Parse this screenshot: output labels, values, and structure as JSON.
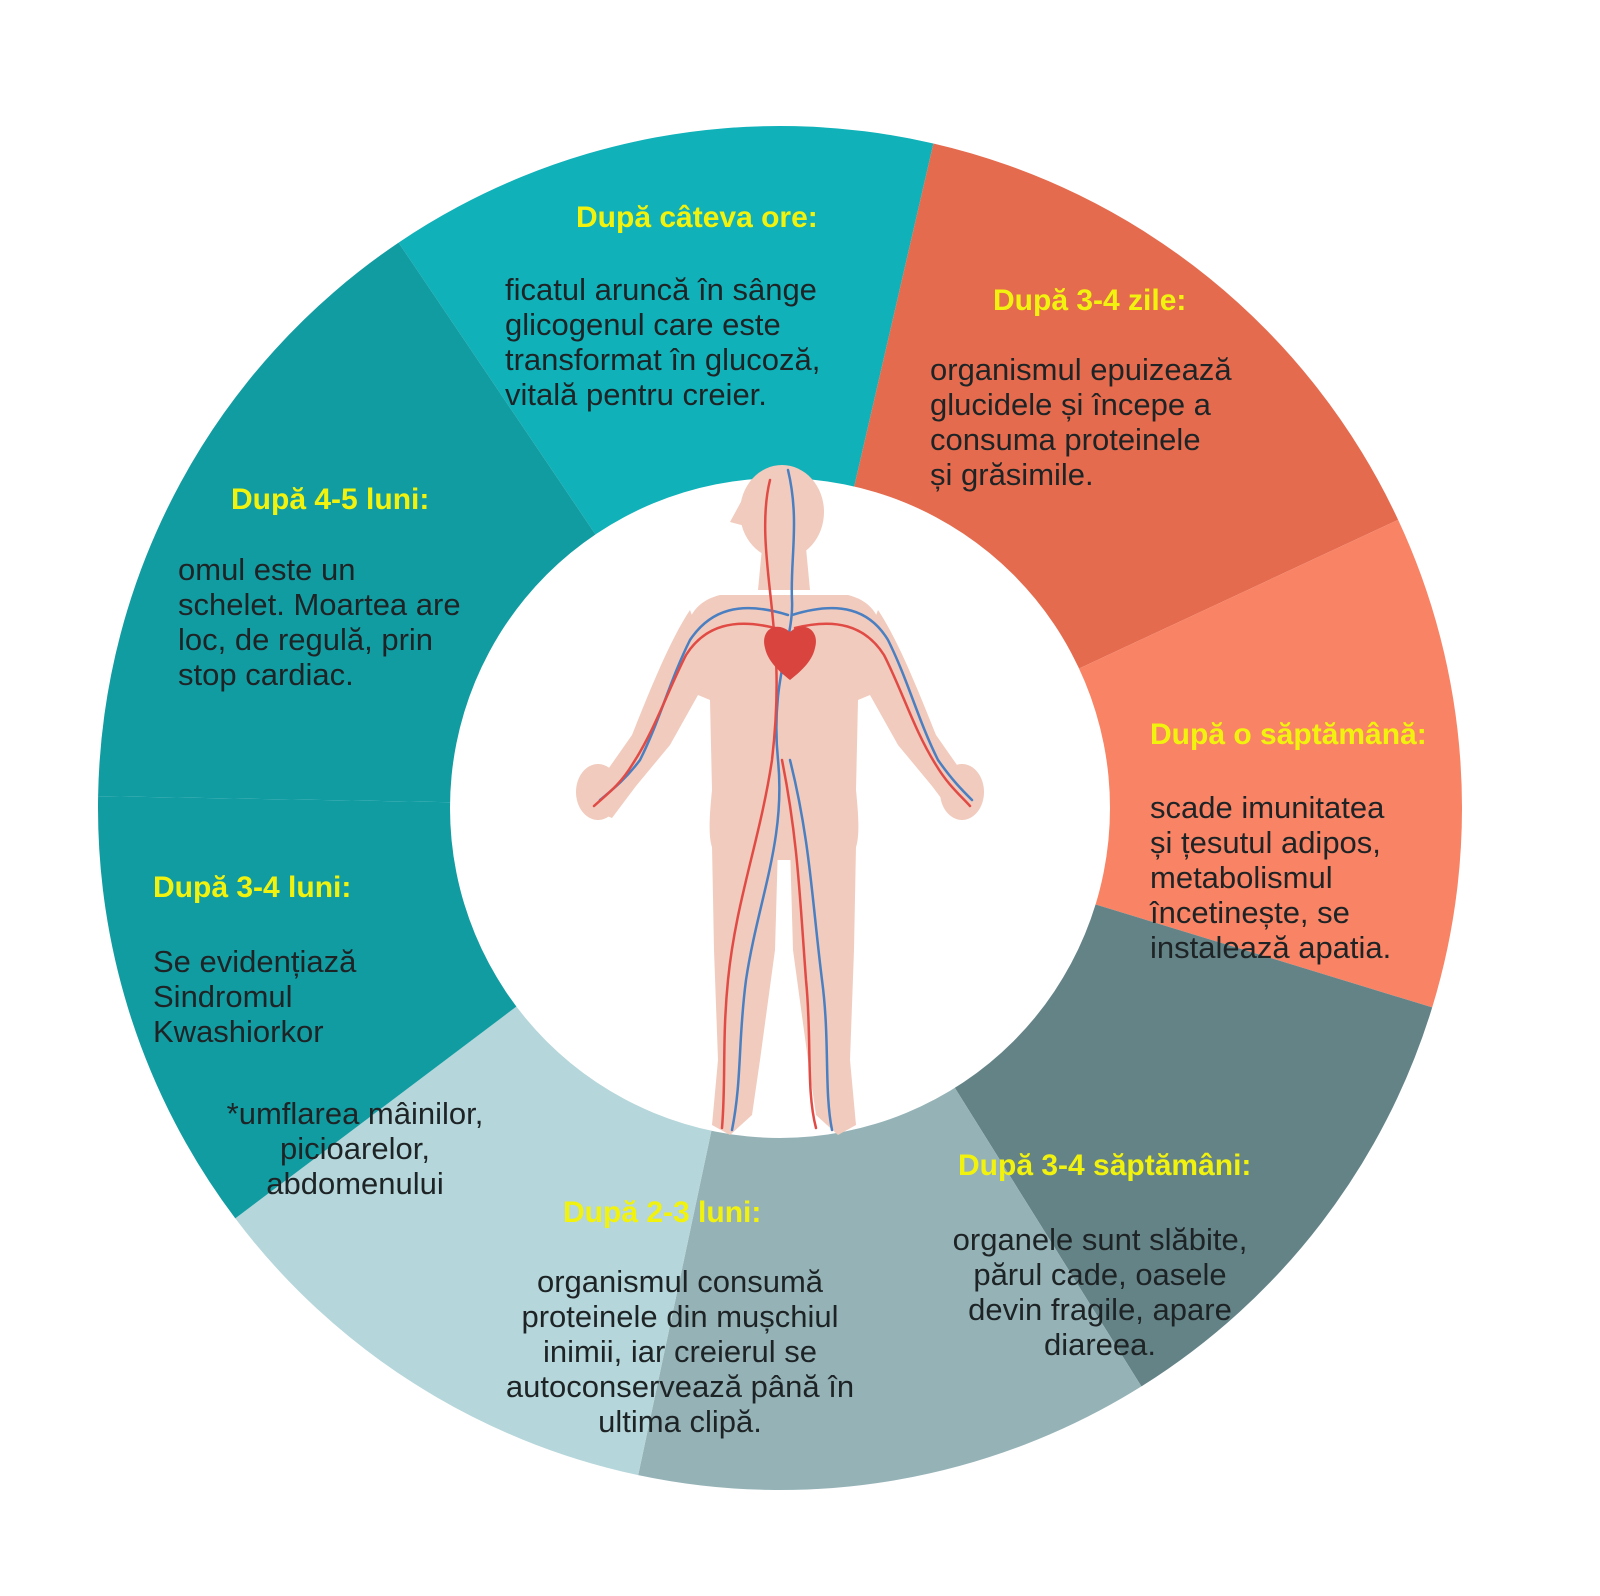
{
  "segments": [
    {
      "key": "hours",
      "heading": "După câteva ore:",
      "text": " ficatul aruncă în sânge\nglicogenul care este\ntransformat în glucoză,\nvitală pentru creier.",
      "color": "#10b1b9"
    },
    {
      "key": "days",
      "heading": "După 3-4 zile:",
      "text": "organismul  epuizează\nglucidele și începe a\nconsuma proteinele\nși grăsimile.",
      "color": "#e56b4e"
    },
    {
      "key": "week",
      "heading": "După o săptămână:",
      "text": "scade imunitatea\nși țesutul adipos,\nmetabolismul\nîncetinește, se\ninstalează apatia.",
      "color": "#f98365"
    },
    {
      "key": "weeks",
      "heading": "După 3-4 săptămâni:",
      "text": "organele sunt slăbite,\npărul cade, oasele\ndevin fragile, apare\ndiareea.",
      "color": "#648387"
    },
    {
      "key": "months23",
      "heading": "După 2-3 luni:",
      "text": "organismul consumă\nproteinele din mușchiul\ninimii, iar creierul se\nautoconservează până în\nultima clipă.",
      "color": "#95b3b7"
    },
    {
      "key": "months34",
      "heading": "După 3-4 luni:",
      "text": "Se evidențiază\nSindromul\nKwashiorkor",
      "note": "*umflarea mâinilor,\npicioarelor,\nabdomenului",
      "color": "#b5d6da"
    },
    {
      "key": "months45",
      "heading": "După 4-5 luni:",
      "text": "omul este un\nschelet. Moartea are\nloc, de regulă, prin\nstop cardiac.",
      "color": "#119ca2"
    }
  ],
  "colors": {
    "heading": "#f2f20f",
    "body_text": "#1e2426",
    "skin": "#f1cbbd",
    "artery": "#e14b45",
    "vein": "#4a7fc1",
    "heart": "#d9443f"
  },
  "icons": {
    "center": "human-circulatory-system-icon"
  }
}
